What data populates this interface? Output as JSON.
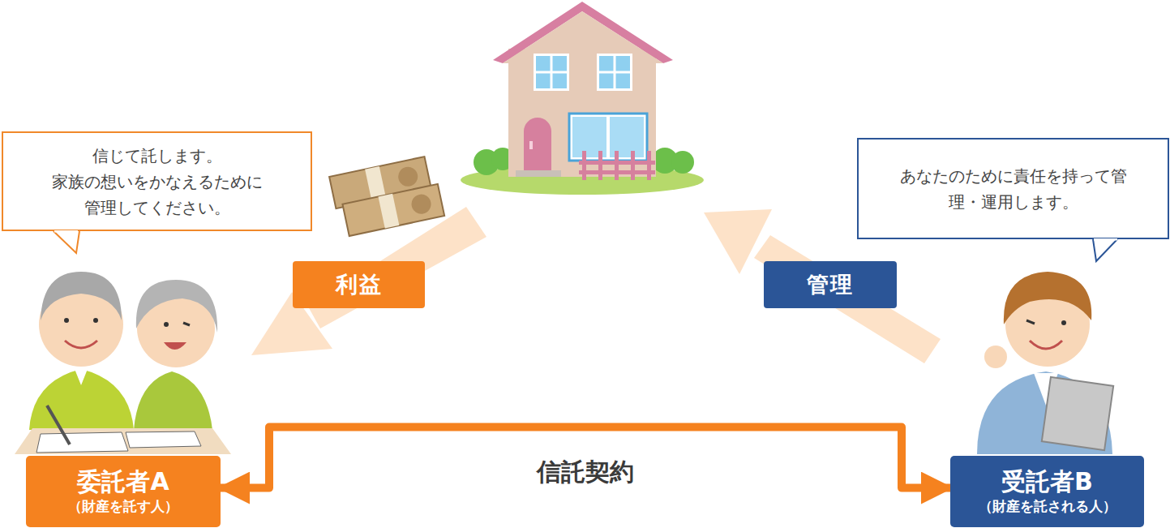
{
  "diagram": {
    "nodes": [
      {
        "text": [
          "信じて託します。 家族の想いをかなえるために 管理してください。"
        ]
      },
      {
        "text": [
          "あなたのために責任を持って管理・運用します。"
        ]
      },
      {
        "text": [
          "利益"
        ]
      },
      {
        "text": [
          "管理"
        ]
      },
      {
        "text": [
          "委託者A",
          "（財産を託す人）"
        ]
      },
      {
        "text": [
          "受託者B",
          "（財産を託される人）"
        ]
      }
    ],
    "edges": [
      {
        "from": 4,
        "to": 5,
        "label": "信託契約",
        "arrow": "both"
      }
    ]
  }
}
